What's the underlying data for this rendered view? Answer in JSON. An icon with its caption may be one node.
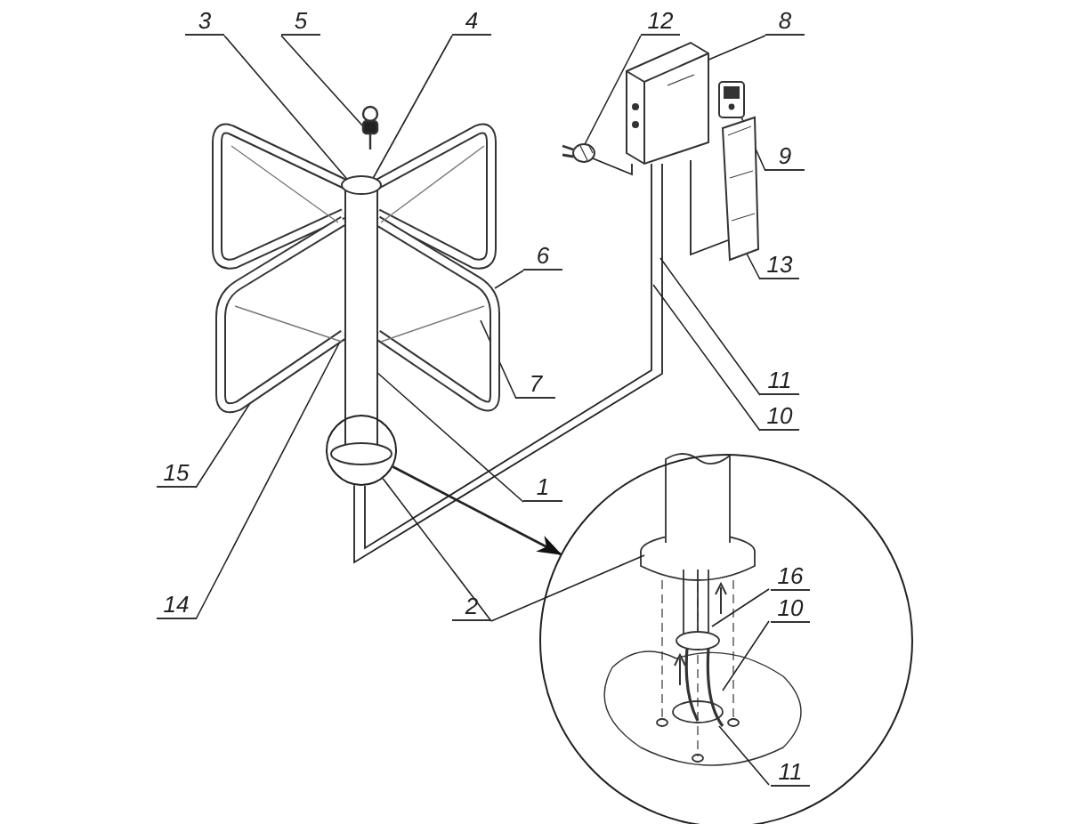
{
  "diagram": {
    "nodes": [
      {
        "text": [
          "3"
        ]
      },
      {
        "text": [
          "5"
        ]
      },
      {
        "text": [
          "4"
        ]
      },
      {
        "text": [
          "12"
        ]
      },
      {
        "text": [
          "8"
        ]
      },
      {
        "text": [
          "9"
        ]
      },
      {
        "text": [
          "6"
        ]
      },
      {
        "text": [
          "13"
        ]
      },
      {
        "text": [
          "7"
        ]
      },
      {
        "text": [
          "11"
        ]
      },
      {
        "text": [
          "10"
        ]
      },
      {
        "text": [
          "15"
        ]
      },
      {
        "text": [
          "1"
        ]
      },
      {
        "text": [
          "14"
        ]
      },
      {
        "text": [
          "2"
        ]
      },
      {
        "text": [],
        "shape": "picture"
      },
      {
        "text": [],
        "shape": "circle"
      },
      {
        "text": [],
        "shape": "circle"
      },
      {
        "text": [
          "16"
        ],
        "in": 17
      },
      {
        "text": [
          "10"
        ],
        "in": 17
      },
      {
        "text": [
          "11"
        ],
        "in": 17
      },
      {
        "text": [],
        "shape": "picture"
      },
      {
        "text": [],
        "shape": "picture"
      },
      {
        "text": [],
        "shape": "picture"
      }
    ],
    "edges": [
      {
        "from": 0,
        "to": 15,
        "arrow": "none"
      },
      {
        "from": 1,
        "to": 15,
        "arrow": "none"
      },
      {
        "from": 2,
        "to": 15,
        "arrow": "none"
      },
      {
        "from": 3,
        "to": 23,
        "arrow": "none"
      },
      {
        "from": 4,
        "to": 21,
        "arrow": "none"
      },
      {
        "from": 5,
        "to": 22,
        "arrow": "none"
      },
      {
        "from": 6,
        "to": 15,
        "arrow": "none"
      },
      {
        "from": 7,
        "to": 22,
        "arrow": "none"
      },
      {
        "from": 8,
        "to": 15,
        "arrow": "none"
      },
      {
        "from": 9,
        "to": null,
        "arrow": "none"
      },
      {
        "from": 10,
        "to": null,
        "arrow": "none"
      },
      {
        "from": 11,
        "to": 15,
        "arrow": "none"
      },
      {
        "from": 12,
        "to": 15,
        "arrow": "none"
      },
      {
        "from": 13,
        "to": 15,
        "arrow": "none"
      },
      {
        "from": 14,
        "to": 16,
        "arrow": "none"
      },
      {
        "from": 14,
        "to": null,
        "arrow": "none"
      },
      {
        "from": 18,
        "to": null,
        "arrow": "none"
      },
      {
        "from": 19,
        "to": null,
        "arrow": "none"
      },
      {
        "from": 20,
        "to": null,
        "arrow": "none"
      },
      {
        "from": 16,
        "to": 17,
        "arrow": "to"
      },
      {
        "from": 16,
        "to": 21,
        "arrow": "none"
      },
      {
        "from": 16,
        "to": 21,
        "arrow": "none"
      },
      {
        "from": 21,
        "to": 22,
        "arrow": "none"
      },
      {
        "from": 23,
        "to": 21,
        "arrow": "none"
      }
    ]
  }
}
